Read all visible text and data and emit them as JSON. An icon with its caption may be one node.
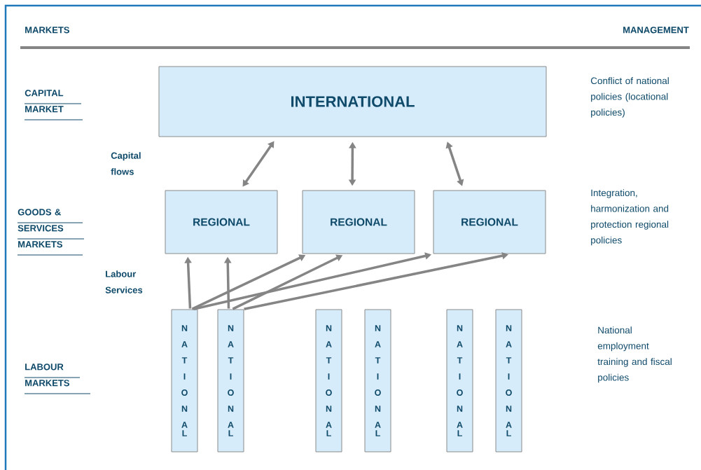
{
  "diagram": {
    "nodes": [
      {
        "text": [
          "INTERNATIONAL"
        ]
      },
      {
        "text": [
          "REGIONAL"
        ]
      },
      {
        "text": [
          "REGIONAL"
        ]
      },
      {
        "text": [
          "REGIONAL"
        ]
      },
      {
        "text": [
          "NATIONAL"
        ]
      },
      {
        "text": [
          "NATIONAL"
        ]
      },
      {
        "text": [
          "NATIONAL"
        ]
      },
      {
        "text": [
          "NATIONAL"
        ]
      },
      {
        "text": [
          "NATIONAL"
        ]
      },
      {
        "text": [
          "NATIONAL"
        ]
      }
    ],
    "edges": [
      {
        "from": 0,
        "to": 1,
        "arrow": "both"
      },
      {
        "from": 0,
        "to": 2,
        "arrow": "both"
      },
      {
        "from": 0,
        "to": 3,
        "arrow": "both"
      },
      {
        "from": 4,
        "to": 1,
        "arrow": "to"
      },
      {
        "from": 4,
        "to": 2,
        "arrow": "to"
      },
      {
        "from": 4,
        "to": 3,
        "arrow": "to"
      },
      {
        "from": 5,
        "to": 1,
        "arrow": "to"
      },
      {
        "from": 5,
        "to": 2,
        "arrow": "to"
      },
      {
        "from": 5,
        "to": 3,
        "arrow": "to"
      }
    ],
    "labels": [
      "MARKETS",
      "MANAGEMENT",
      "CAPITAL MARKET",
      "Conflict of national policies (locational policies)",
      "Capital flows",
      "GOODS & SERVICES MARKETS",
      "Integration, harmonization and protection regional policies",
      "Labour Services",
      "National employment training and fiscal policies",
      "LABOUR MARKETS"
    ]
  }
}
